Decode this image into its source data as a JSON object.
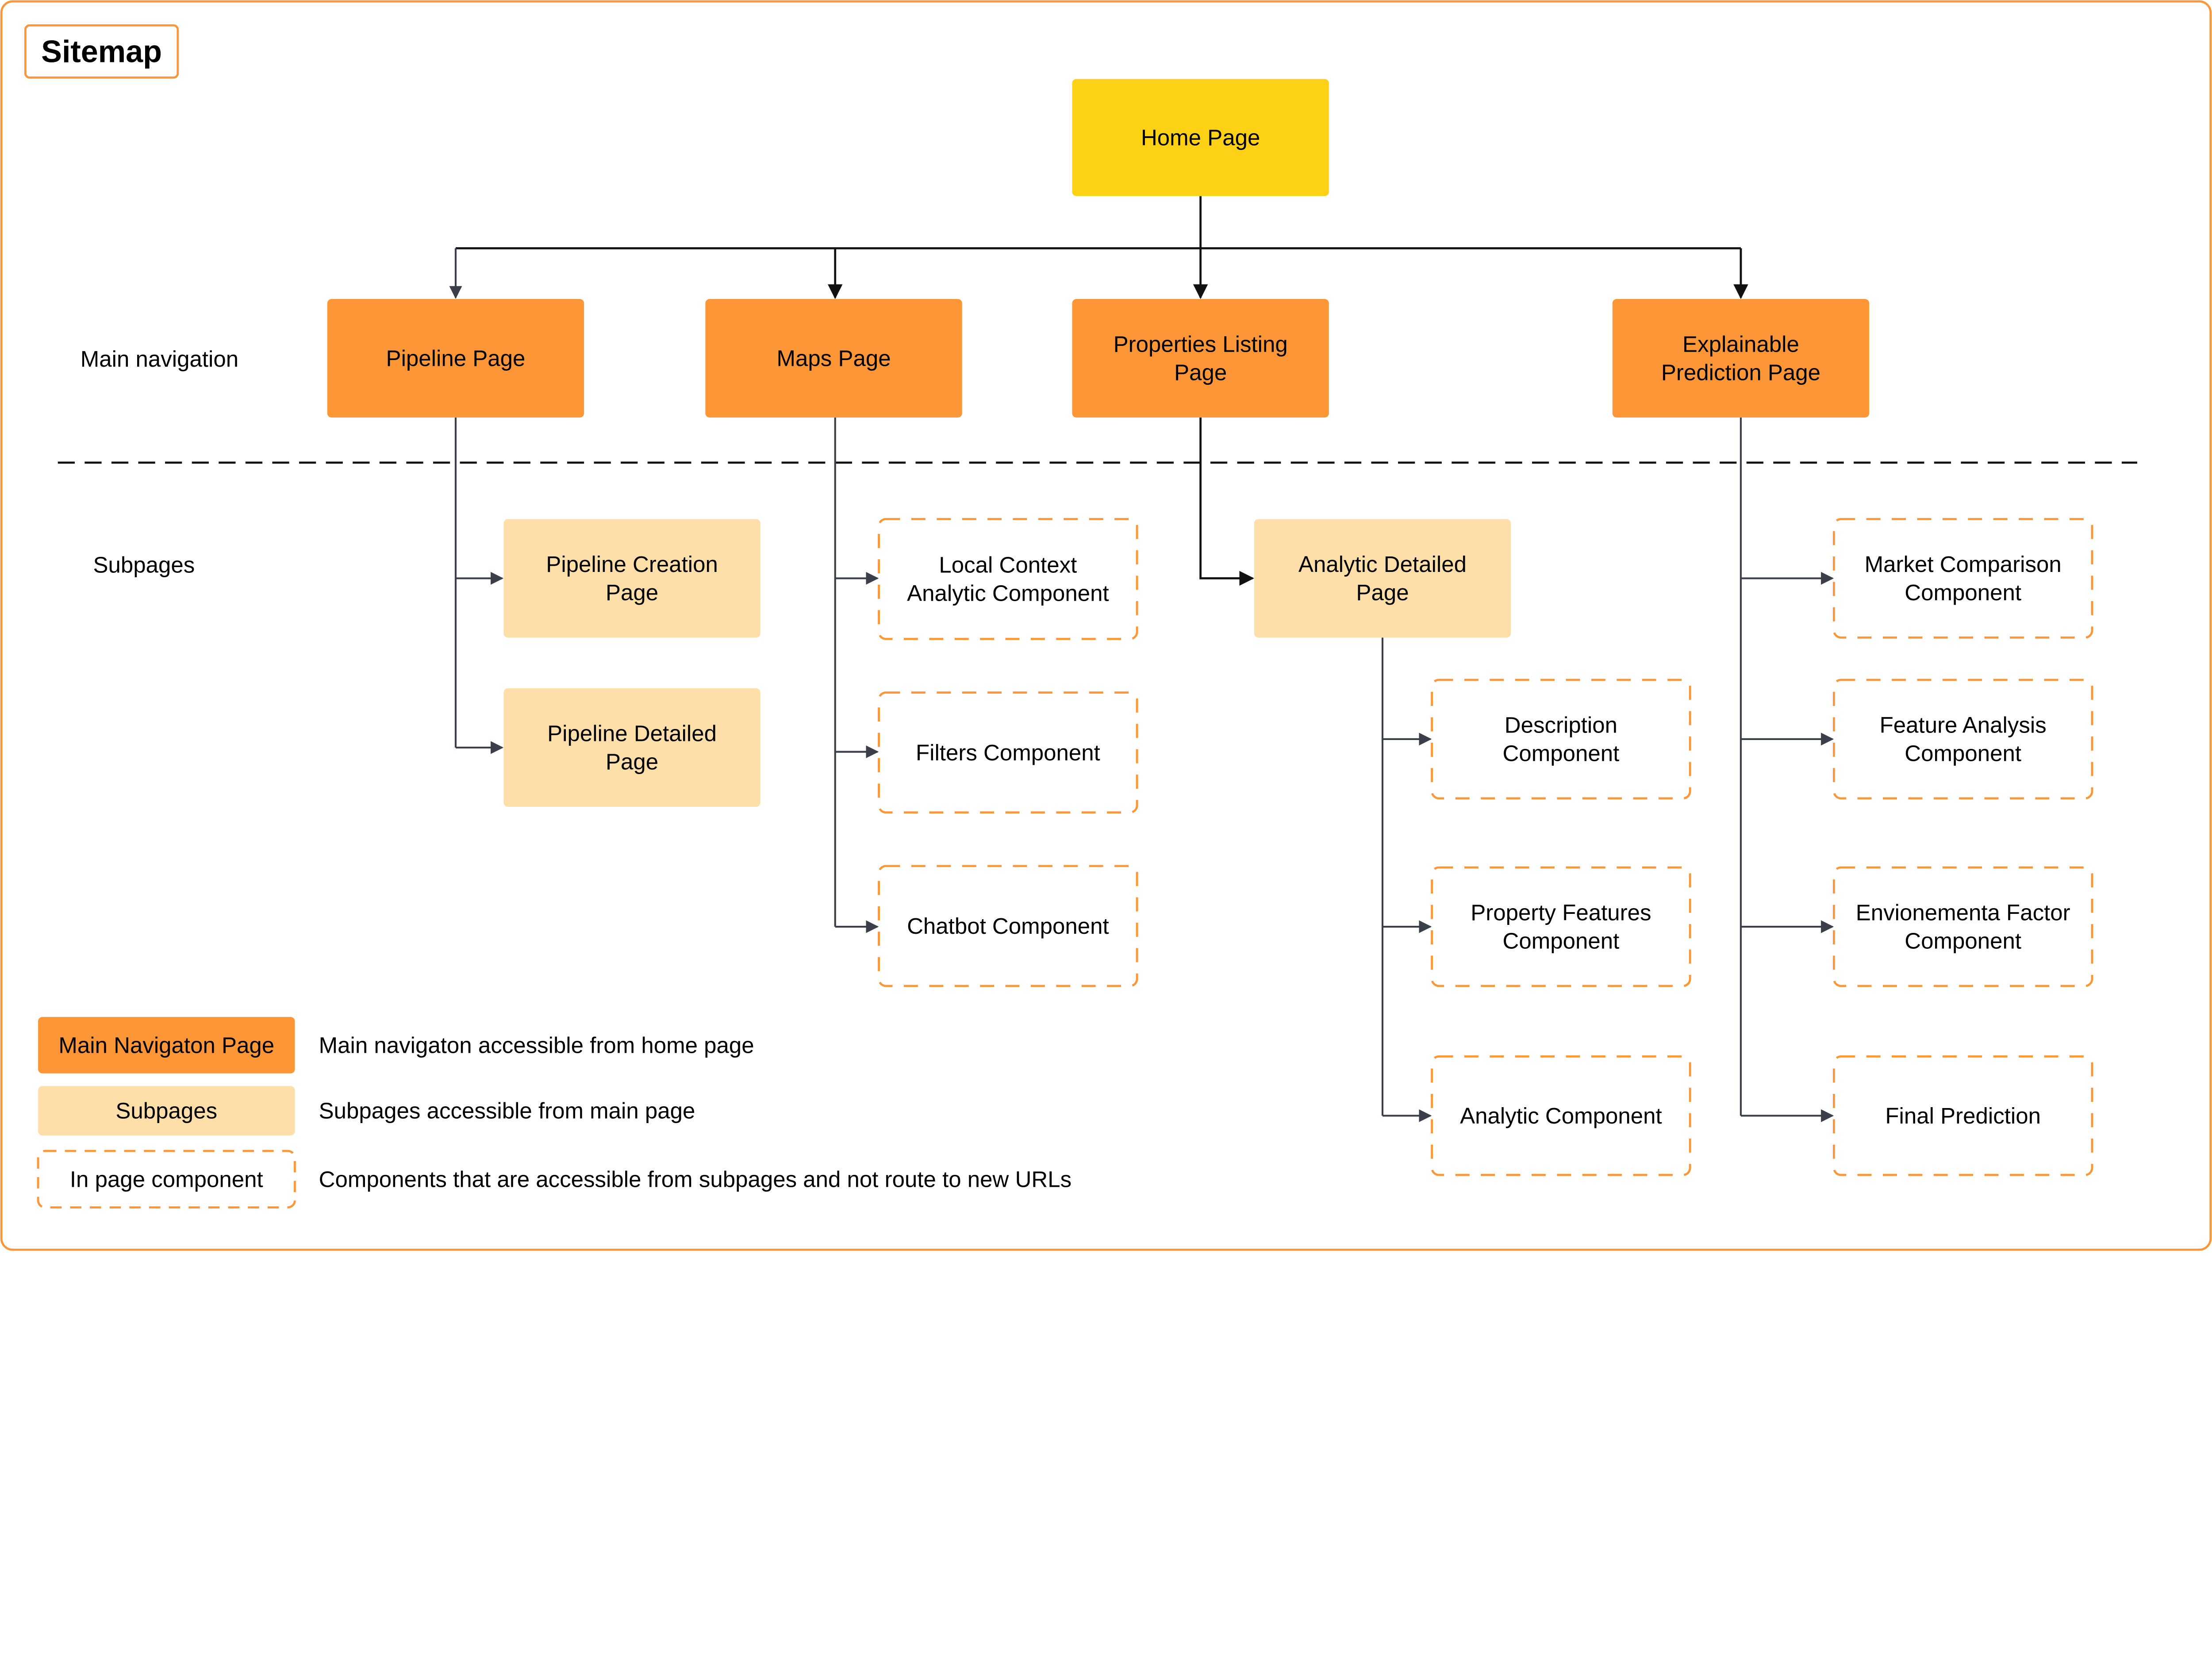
{
  "title": "Sitemap",
  "row_labels": {
    "main": "Main navigation",
    "sub": "Subpages"
  },
  "colors": {
    "home": "#FCD116",
    "main_nav": "#FD9636",
    "subpage": "#FEDFA9",
    "component_border": "#FD9636",
    "frame": "#FD9636",
    "connector": "#3A3F4A"
  },
  "home": {
    "lines": [
      "Home Page"
    ]
  },
  "main_nav": [
    {
      "lines": [
        "Pipeline Page"
      ]
    },
    {
      "lines": [
        "Maps Page"
      ]
    },
    {
      "lines": [
        "Properties Listing",
        "Page"
      ]
    },
    {
      "lines": [
        "Explainable",
        "Prediction Page"
      ]
    }
  ],
  "pipeline_subpages": [
    {
      "lines": [
        "Pipeline Creation",
        "Page"
      ]
    },
    {
      "lines": [
        "Pipeline Detailed",
        "Page"
      ]
    }
  ],
  "maps_components": [
    {
      "lines": [
        "Local Context",
        "Analytic Component"
      ]
    },
    {
      "lines": [
        "Filters Component"
      ]
    },
    {
      "lines": [
        "Chatbot Component"
      ]
    }
  ],
  "properties_subpage": {
    "lines": [
      "Analytic Detailed",
      "Page"
    ]
  },
  "analytic_components": [
    {
      "lines": [
        "Description",
        "Component"
      ]
    },
    {
      "lines": [
        "Property Features",
        "Component"
      ]
    },
    {
      "lines": [
        "Analytic Component"
      ]
    }
  ],
  "explainable_components": [
    {
      "lines": [
        "Market Comparison",
        "Component"
      ]
    },
    {
      "lines": [
        "Feature Analysis",
        "Component"
      ]
    },
    {
      "lines": [
        "Envionementa Factor",
        "Component"
      ]
    },
    {
      "lines": [
        "Final Prediction"
      ]
    }
  ],
  "legend": [
    {
      "key": "Main Navigaton Page",
      "description": "Main navigaton accessible from home page"
    },
    {
      "key": "Subpages",
      "description": "Subpages accessible from main page"
    },
    {
      "key": "In page component",
      "description": "Components  that are accessible from subpages and not route to new URLs"
    }
  ]
}
